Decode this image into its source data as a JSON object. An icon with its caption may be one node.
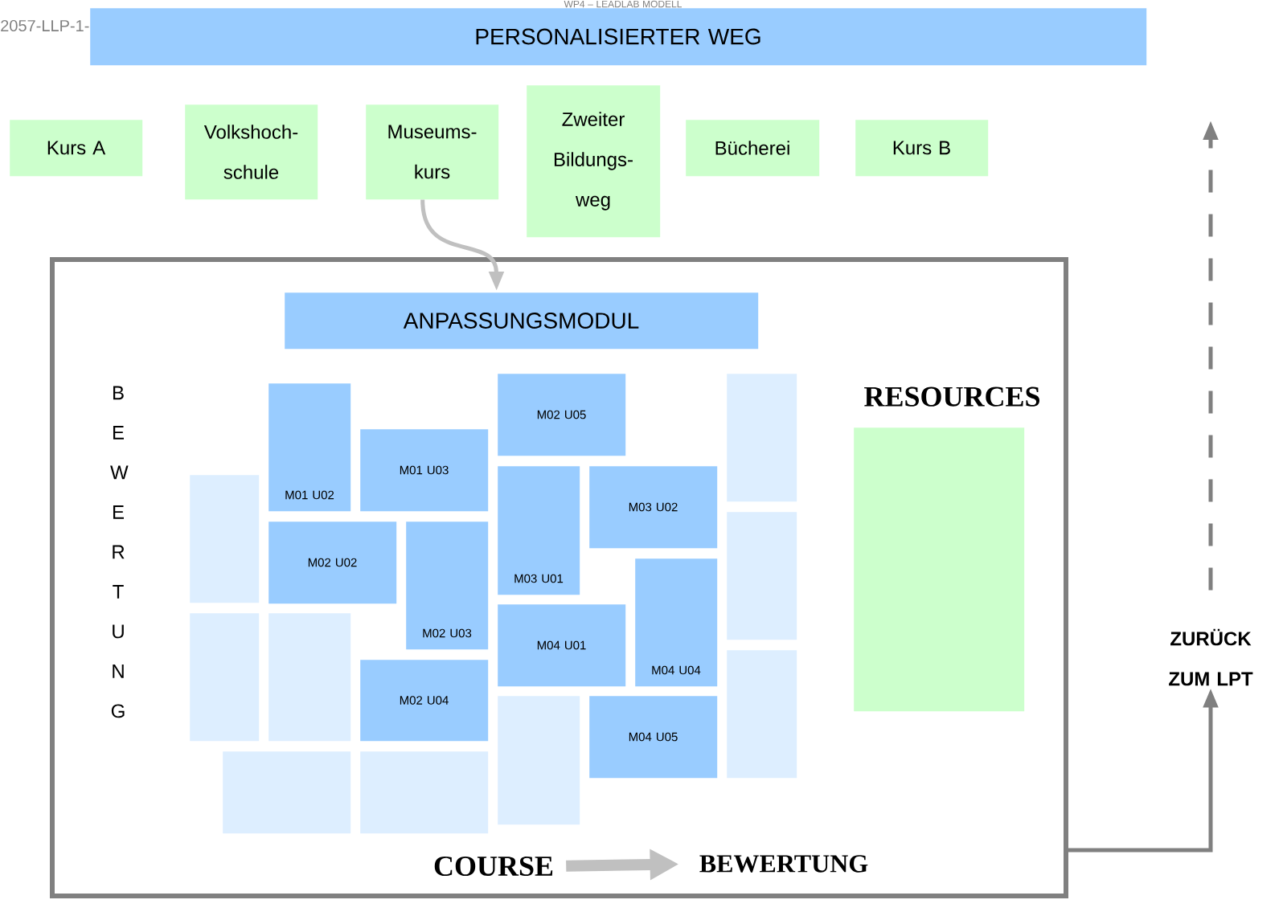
{
  "diagram": {
    "nodes": [
      {
        "text": [
          "PERSONALISIERTER WEG"
        ]
      },
      {
        "text": [
          "Kurs A"
        ]
      },
      {
        "text": [
          "Volkshoch- schule"
        ]
      },
      {
        "text": [
          "Museums- kurs"
        ]
      },
      {
        "text": [
          "Zweiter Bildungs- weg"
        ]
      },
      {
        "text": [
          "Bücherei"
        ]
      },
      {
        "text": [
          "Kurs B"
        ]
      },
      {
        "text": [],
        "shape": "box"
      },
      {
        "text": [
          "ANPASSUNGSMODUL"
        ],
        "in": 7
      },
      {
        "text": [
          "M02 U05"
        ],
        "in": 7
      },
      {
        "text": [
          "M01 U02"
        ],
        "in": 7
      },
      {
        "text": [
          "M01 U03"
        ],
        "in": 7
      },
      {
        "text": [
          "M03 U02"
        ],
        "in": 7
      },
      {
        "text": [
          "M03 U01"
        ],
        "in": 7
      },
      {
        "text": [
          "M02 U02"
        ],
        "in": 7
      },
      {
        "text": [
          "M02 U03"
        ],
        "in": 7
      },
      {
        "text": [
          "M04 U04"
        ],
        "in": 7
      },
      {
        "text": [
          "M04 U01"
        ],
        "in": 7
      },
      {
        "text": [
          "M02 U04"
        ],
        "in": 7
      },
      {
        "text": [
          "M04 U05"
        ],
        "in": 7
      },
      {
        "text": [],
        "shape": "box",
        "in": 7
      },
      {
        "text": [],
        "shape": "box",
        "in": 7
      },
      {
        "text": [],
        "shape": "box",
        "in": 7
      },
      {
        "text": [],
        "shape": "box",
        "in": 7
      },
      {
        "text": [],
        "shape": "box",
        "in": 7
      },
      {
        "text": [],
        "shape": "box",
        "in": 7
      },
      {
        "text": [],
        "shape": "box",
        "in": 7
      },
      {
        "text": [],
        "shape": "box",
        "in": 7
      },
      {
        "text": [],
        "shape": "box",
        "in": 7
      },
      {
        "text": [
          "RESOURCES"
        ],
        "in": 7
      },
      {
        "text": [
          "COURSE"
        ],
        "in": 7
      },
      {
        "text": [
          "BEWERTUNG"
        ],
        "in": 7
      },
      {
        "text": [
          "ZURÜCK ZUM LPT"
        ]
      }
    ],
    "edges": [
      {
        "from": 3,
        "to": 8,
        "arrow": "to",
        "color": "#c0c0c0"
      },
      {
        "from": 30,
        "to": 31,
        "arrow": "to",
        "style": "thick",
        "color": "#c0c0c0"
      },
      {
        "from": 7,
        "to": 32,
        "arrow": "to"
      },
      {
        "from": 32,
        "to": null,
        "arrow": "to",
        "style": "dashed"
      }
    ],
    "labels": [
      "2057-LLP-1-",
      "WP4 – LEADLAB MODELL",
      "B E W E R T U N G"
    ]
  }
}
